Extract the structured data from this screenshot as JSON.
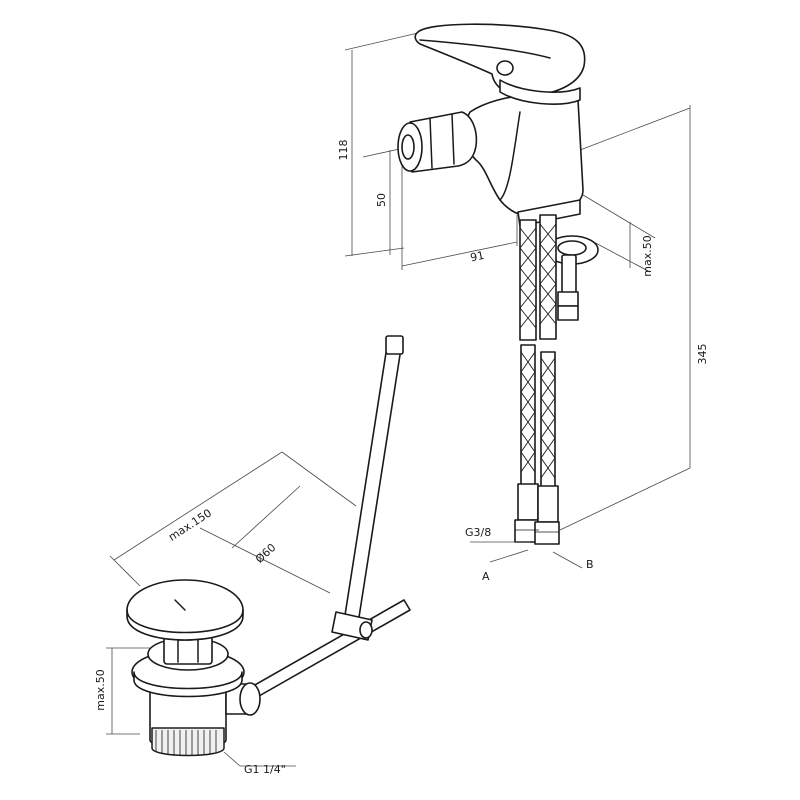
{
  "labels": {
    "dim_118": "118",
    "dim_50_spout": "50",
    "dim_91": "91",
    "dim_max50_top": "max.50",
    "dim_345": "345",
    "dim_g38": "G3/8",
    "label_a": "A",
    "label_b": "B",
    "dim_max150": "max.150",
    "dim_d60": "Ø60",
    "dim_max50_waste": "max.50",
    "dim_g114": "G1 1/4\""
  }
}
